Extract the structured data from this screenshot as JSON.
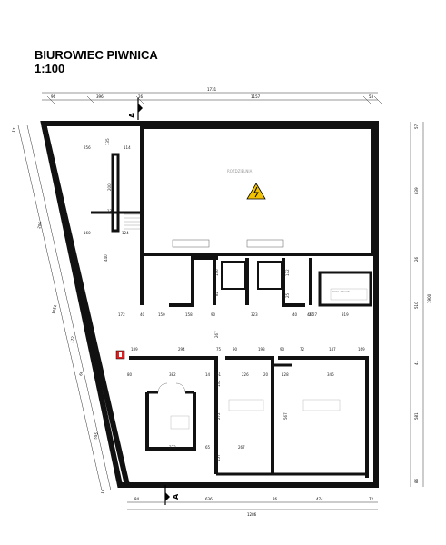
{
  "title": {
    "line1": "BIUROWIEC PIWNICA",
    "line2": "1:100"
  },
  "section_marker": "A",
  "top_dims": [
    "96",
    "396",
    "1731",
    "1157",
    "53",
    "26"
  ],
  "bottom_dims": [
    "84",
    "636",
    "26",
    "474",
    "72",
    "1286"
  ],
  "right_dims": [
    "57",
    "839",
    "26",
    "510",
    "1900",
    "41",
    "581",
    "86"
  ],
  "left_dims": [
    "17",
    "206",
    "1051",
    "172",
    "69",
    "555",
    "18"
  ],
  "interior_dims": [
    "256",
    "135",
    "114",
    "200",
    "13",
    "160",
    "124",
    "440",
    "136",
    "132",
    "82",
    "25",
    "172",
    "40",
    "150",
    "158",
    "90",
    "323",
    "40",
    "27",
    "319",
    "267",
    "189",
    "294",
    "75",
    "90",
    "193",
    "90",
    "72",
    "147",
    "169",
    "382",
    "14",
    "61",
    "226",
    "20",
    "128",
    "346",
    "80",
    "132",
    "272",
    "567",
    "273",
    "65",
    "267",
    "157",
    "46",
    "27"
  ],
  "icons": {
    "hazard": "high-voltage-warning-icon",
    "fire": "fire-extinguisher-icon"
  },
  "colors": {
    "hazard": "#f2c200",
    "fire": "#e02020",
    "wall": "#111111"
  }
}
